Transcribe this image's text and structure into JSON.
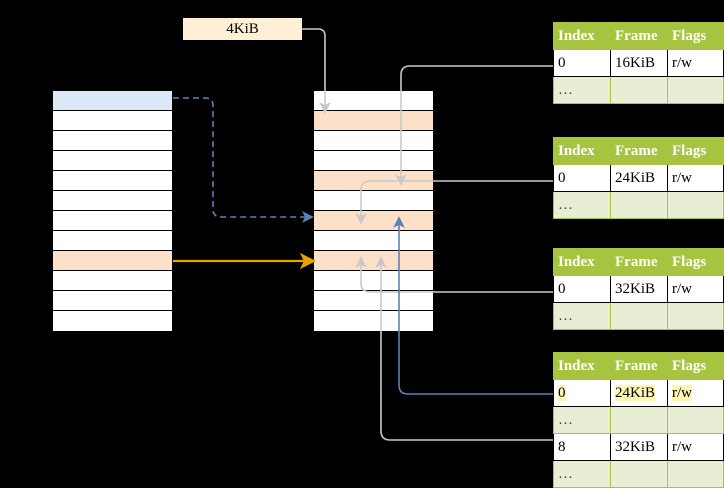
{
  "diagram": {
    "title": "",
    "size_label": {
      "text": "4KiB"
    },
    "colors": {
      "header_green": "#a6c440",
      "dots_green": "#e8eed3",
      "highlight_peach": "#fde0c8",
      "highlight_blue": "#dce8f8",
      "highlight_yellow": "#fdf7b3",
      "size_box": "#fdf0d5",
      "arrow_orange": "#e8a300",
      "arrow_blue": "#5b82b8",
      "arrow_gray": "#c8c8c8"
    },
    "left_column": {
      "name": "virtual-address-space",
      "rows": [
        {
          "label": "",
          "fill": "blue"
        },
        {
          "label": "",
          "fill": "white"
        },
        {
          "label": "",
          "fill": "white"
        },
        {
          "label": "",
          "fill": "white"
        },
        {
          "label": "",
          "fill": "white"
        },
        {
          "label": "",
          "fill": "white"
        },
        {
          "label": "",
          "fill": "white"
        },
        {
          "label": "",
          "fill": "white"
        },
        {
          "label": "",
          "fill": "peach"
        },
        {
          "label": "",
          "fill": "white"
        },
        {
          "label": "",
          "fill": "white"
        },
        {
          "label": "",
          "fill": "white"
        }
      ]
    },
    "middle_column": {
      "name": "physical-memory",
      "rows": [
        {
          "label": "",
          "fill": "white"
        },
        {
          "label": "",
          "fill": "peach"
        },
        {
          "label": "",
          "fill": "white"
        },
        {
          "label": "",
          "fill": "white"
        },
        {
          "label": "",
          "fill": "peach"
        },
        {
          "label": "",
          "fill": "white"
        },
        {
          "label": "",
          "fill": "peach"
        },
        {
          "label": "",
          "fill": "white"
        },
        {
          "label": "",
          "fill": "peach"
        },
        {
          "label": "",
          "fill": "white"
        },
        {
          "label": "",
          "fill": "white"
        },
        {
          "label": "",
          "fill": "white"
        }
      ]
    },
    "tables": [
      {
        "name": "page-table-level-1",
        "headers": [
          "Index",
          "Frame",
          "Flags"
        ],
        "rows": [
          {
            "cells": [
              "0",
              "16KiB",
              "r/w"
            ],
            "style": "body",
            "highlight": [
              false,
              false,
              false
            ]
          },
          {
            "cells": [
              "…",
              "",
              ""
            ],
            "style": "dots",
            "highlight": [
              false,
              false,
              false
            ]
          }
        ]
      },
      {
        "name": "page-table-level-2",
        "headers": [
          "Index",
          "Frame",
          "Flags"
        ],
        "rows": [
          {
            "cells": [
              "0",
              "24KiB",
              "r/w"
            ],
            "style": "body",
            "highlight": [
              false,
              false,
              false
            ]
          },
          {
            "cells": [
              "…",
              "",
              ""
            ],
            "style": "dots",
            "highlight": [
              false,
              false,
              false
            ]
          }
        ]
      },
      {
        "name": "page-table-level-3",
        "headers": [
          "Index",
          "Frame",
          "Flags"
        ],
        "rows": [
          {
            "cells": [
              "0",
              "32KiB",
              "r/w"
            ],
            "style": "body",
            "highlight": [
              false,
              false,
              false
            ]
          },
          {
            "cells": [
              "…",
              "",
              ""
            ],
            "style": "dots",
            "highlight": [
              false,
              false,
              false
            ]
          }
        ]
      },
      {
        "name": "page-table-level-4",
        "headers": [
          "Index",
          "Frame",
          "Flags"
        ],
        "rows": [
          {
            "cells": [
              "0",
              "24KiB",
              "r/w"
            ],
            "style": "body",
            "highlight": [
              true,
              true,
              true
            ]
          },
          {
            "cells": [
              "…",
              "",
              ""
            ],
            "style": "dots",
            "highlight": [
              false,
              false,
              false
            ]
          },
          {
            "cells": [
              "8",
              "32KiB",
              "r/w"
            ],
            "style": "body",
            "highlight": [
              false,
              false,
              false
            ]
          },
          {
            "cells": [
              "…",
              "",
              ""
            ],
            "style": "dots",
            "highlight": [
              false,
              false,
              false
            ]
          }
        ]
      }
    ]
  }
}
